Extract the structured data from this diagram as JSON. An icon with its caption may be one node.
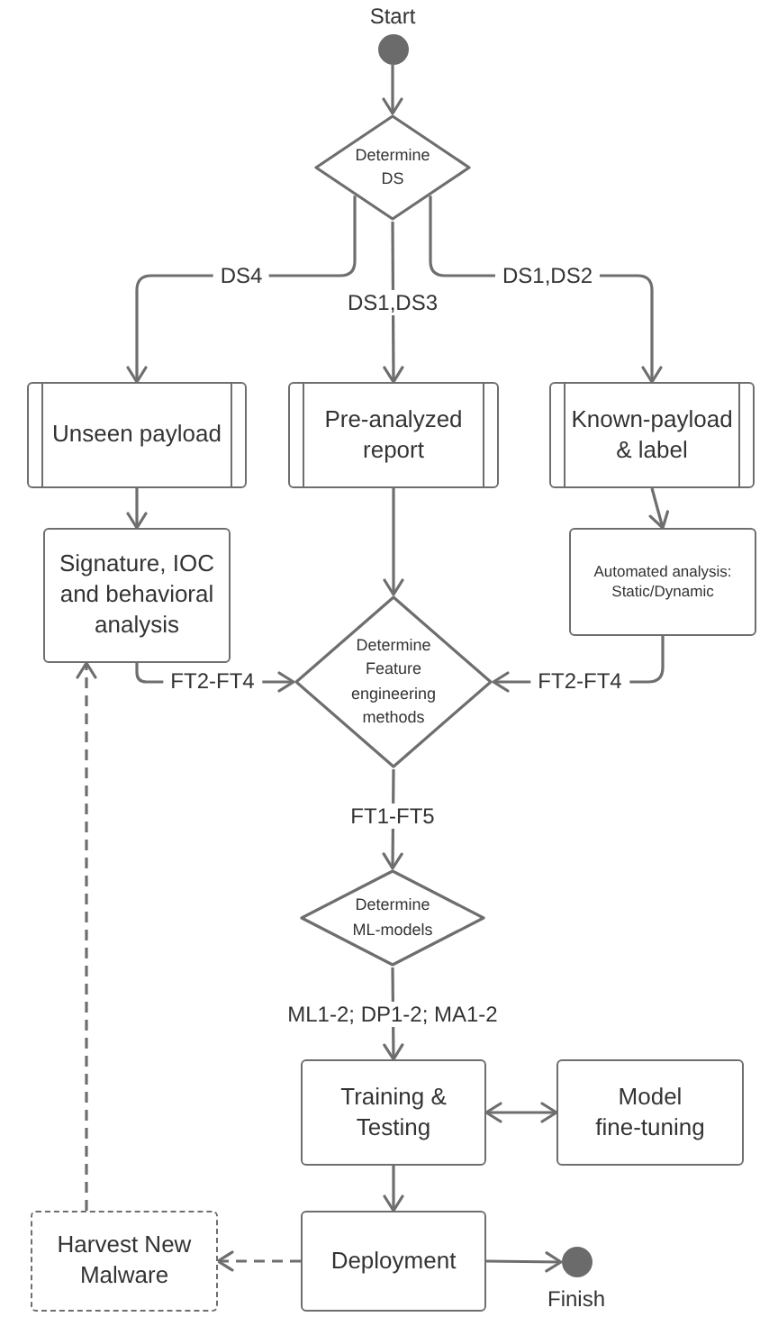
{
  "diagram": {
    "nodes": [
      {
        "text": [
          "Start"
        ]
      },
      {
        "text": [
          "Determine DS"
        ]
      },
      {
        "text": [
          "Unseen payload"
        ]
      },
      {
        "text": [
          "Pre-analyzed report"
        ]
      },
      {
        "text": [
          "Known-payload & label"
        ]
      },
      {
        "text": [
          "Signature, IOC and behavioral analysis"
        ]
      },
      {
        "text": [
          "Automated analysis: Static/Dynamic"
        ]
      },
      {
        "text": [
          "Determine Feature engineering methods"
        ]
      },
      {
        "text": [
          "Determine ML-models"
        ]
      },
      {
        "text": [
          "Training & Testing"
        ]
      },
      {
        "text": [
          "Model fine-tuning"
        ]
      },
      {
        "text": [
          "Harvest New Malware"
        ]
      },
      {
        "text": [
          "Deployment"
        ]
      },
      {
        "text": [
          "Finish"
        ]
      }
    ],
    "edges": [
      {
        "from": 0,
        "to": 1,
        "arrow": "to"
      },
      {
        "from": 1,
        "to": 2,
        "arrow": "to",
        "label": "DS4"
      },
      {
        "from": 1,
        "to": 3,
        "arrow": "to",
        "label": "DS1,DS3"
      },
      {
        "from": 1,
        "to": 4,
        "arrow": "to",
        "label": "DS1,DS2"
      },
      {
        "from": 2,
        "to": 5,
        "arrow": "to"
      },
      {
        "from": 4,
        "to": 6,
        "arrow": "to"
      },
      {
        "from": 3,
        "to": 7,
        "arrow": "to"
      },
      {
        "from": 5,
        "to": 7,
        "arrow": "to",
        "label": "FT2-FT4"
      },
      {
        "from": 6,
        "to": 7,
        "arrow": "to",
        "label": "FT2-FT4"
      },
      {
        "from": 7,
        "to": 8,
        "arrow": "to",
        "label": "FT1-FT5"
      },
      {
        "from": 8,
        "to": 9,
        "arrow": "to",
        "label": "ML1-2; DP1-2; MA1-2"
      },
      {
        "from": 9,
        "to": 10,
        "arrow": "both"
      },
      {
        "from": 9,
        "to": 12,
        "arrow": "to"
      },
      {
        "from": 12,
        "to": 11,
        "arrow": "to",
        "style": "dashed"
      },
      {
        "from": 11,
        "to": 5,
        "arrow": "to",
        "style": "dashed"
      },
      {
        "from": 12,
        "to": 13,
        "arrow": "to"
      }
    ]
  }
}
